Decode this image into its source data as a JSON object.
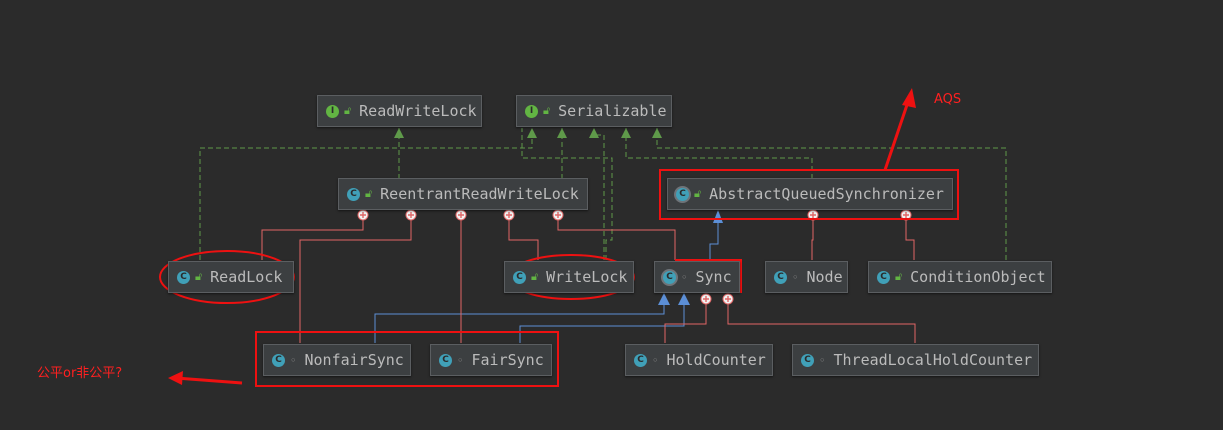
{
  "nodes": {
    "readwritelock": {
      "label": "ReadWriteLock",
      "kind": "interface",
      "icon": "interface-icon"
    },
    "serializable": {
      "label": "Serializable",
      "kind": "interface",
      "icon": "interface-icon"
    },
    "reentrantreadwritelock": {
      "label": "ReentrantReadWriteLock",
      "kind": "class",
      "icon": "class-icon"
    },
    "abstractqueuedsynchronizer": {
      "label": "AbstractQueuedSynchronizer",
      "kind": "abstract-class",
      "icon": "abstract-class-icon"
    },
    "readlock": {
      "label": "ReadLock",
      "kind": "nested-class",
      "icon": "class-icon"
    },
    "writelock": {
      "label": "WriteLock",
      "kind": "nested-class",
      "icon": "class-icon"
    },
    "sync": {
      "label": "Sync",
      "kind": "abstract-class",
      "icon": "abstract-class-icon"
    },
    "node": {
      "label": "Node",
      "kind": "nested-class",
      "icon": "class-icon"
    },
    "conditionobject": {
      "label": "ConditionObject",
      "kind": "nested-class",
      "icon": "class-icon"
    },
    "nonfairsync": {
      "label": "NonfairSync",
      "kind": "nested-class",
      "icon": "class-icon"
    },
    "fairsync": {
      "label": "FairSync",
      "kind": "nested-class",
      "icon": "class-icon"
    },
    "holdcounter": {
      "label": "HoldCounter",
      "kind": "nested-class",
      "icon": "class-icon"
    },
    "threadlocalholdcounter": {
      "label": "ThreadLocalHoldCounter",
      "kind": "nested-class",
      "icon": "class-icon"
    }
  },
  "annotations": {
    "aqs": "AQS",
    "fair_question": "公平or非公平?"
  },
  "colors": {
    "background": "#2b2b2b",
    "node_fill": "#3c3f41",
    "implements_edge": "#5f9a4a",
    "extends_edge": "#5c8fd6",
    "inner_class_edge": "#e06666",
    "annotation": "#ff2020"
  }
}
